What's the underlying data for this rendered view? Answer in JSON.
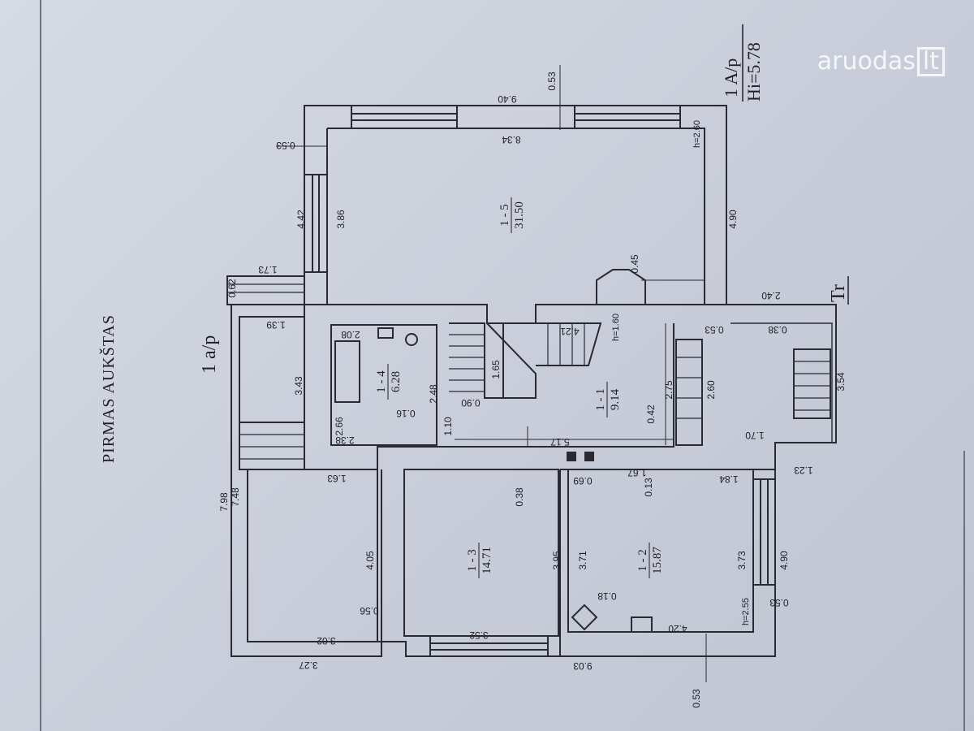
{
  "watermark": {
    "brand": "aruodas",
    "tld": "lt"
  },
  "floor_title": "PIRMAS AUKŠTAS",
  "sheet_label": "1 a/p",
  "building_code": {
    "top": "1 A/p",
    "bottom": "Hi=5.78"
  },
  "rooms": [
    {
      "id": "1 - 1",
      "area": "9.14"
    },
    {
      "id": "1 - 2",
      "area": "15.87"
    },
    {
      "id": "1 - 3",
      "area": "14.71"
    },
    {
      "id": "1 - 4",
      "area": "6.28"
    },
    {
      "id": "1 - 5",
      "area": "31.50"
    }
  ],
  "heights": [
    "h=2.60",
    "h=1.60",
    "h=2.55"
  ],
  "terrace_label": "Tr",
  "dimensions": [
    "9.40",
    "0.53",
    "8.34",
    "0.53",
    "4.42",
    "3.86",
    "4.90",
    "0.45",
    "0.62",
    "1.73",
    "1.39",
    "3.43",
    "2.08",
    "2.48",
    "2.66",
    "2.38",
    "0.16",
    "1.10",
    "0.90",
    "1.65",
    "4.21",
    "2.75",
    "0.42",
    "5.17",
    "0.53",
    "2.40",
    "0.38",
    "2.60",
    "3.54",
    "1.70",
    "1.23",
    "7.98",
    "7.48",
    "1.63",
    "0.38",
    "0.69",
    "1.67",
    "0.13",
    "1.84",
    "4.05",
    "3.95",
    "3.71",
    "3.73",
    "4.90",
    "0.53",
    "0.56",
    "0.18",
    "3.02",
    "3.52",
    "4.20",
    "3.27",
    "9.03",
    "0.53"
  ]
}
